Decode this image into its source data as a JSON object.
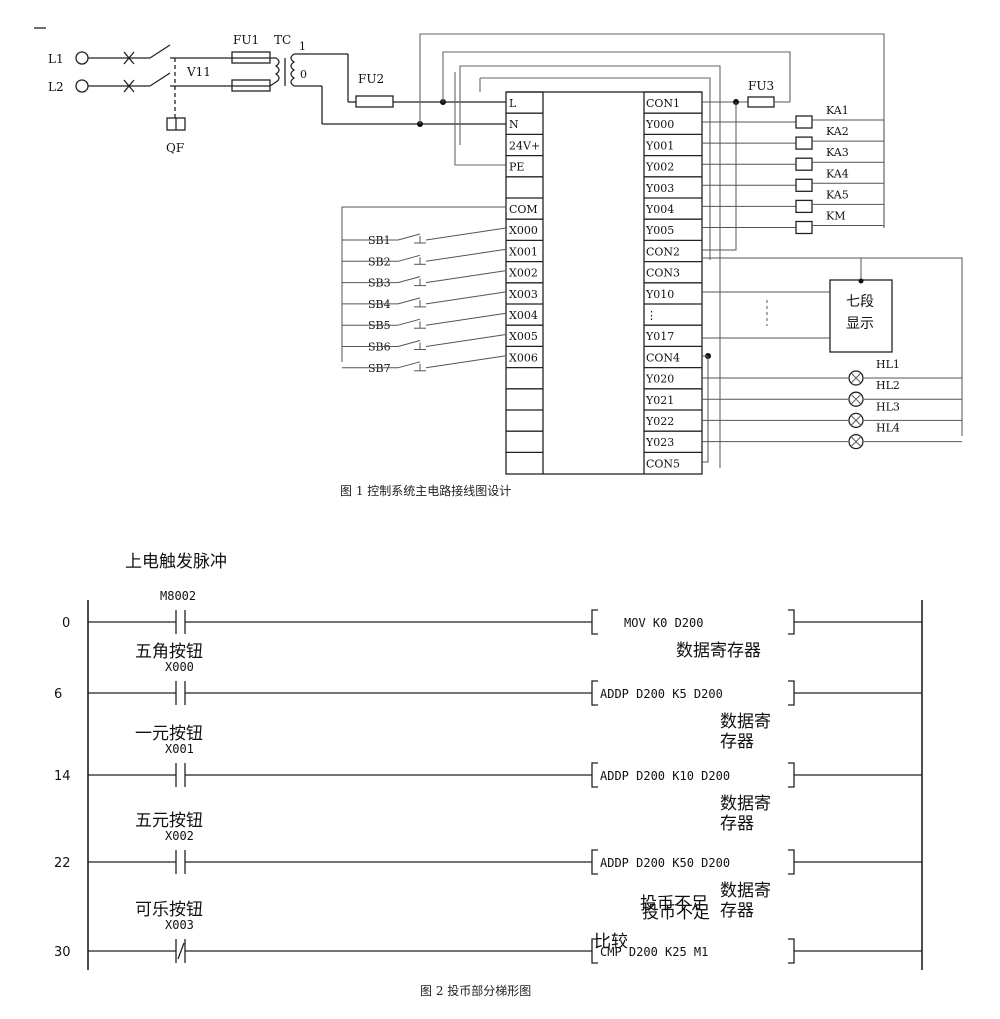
{
  "figure1": {
    "caption": "图 1  控制系统主电路接线图设计",
    "supply": {
      "l1": "L1",
      "l2": "L2",
      "breaker": "QF",
      "switch": "V11",
      "fu1": "FU1",
      "tc": "TC",
      "tc_tap1": "1",
      "tc_tap0": "0",
      "fu2": "FU2",
      "fu3": "FU3"
    },
    "plc_left_terminals": [
      "L",
      "N",
      "24V+",
      "PE",
      "",
      "COM",
      "X000",
      "X001",
      "X002",
      "X003",
      "X004",
      "X005",
      "X006",
      "",
      "",
      "",
      "",
      ""
    ],
    "plc_right_terminals": [
      "CON1",
      "Y000",
      "Y001",
      "Y002",
      "Y003",
      "Y004",
      "Y005",
      "CON2",
      "CON3",
      "Y010",
      "⋮",
      "Y017",
      "CON4",
      "Y020",
      "Y021",
      "Y022",
      "Y023",
      "CON5"
    ],
    "buttons": [
      "SB1",
      "SB2",
      "SB3",
      "SB4",
      "SB5",
      "SB6",
      "SB7"
    ],
    "relays": [
      "KA1",
      "KA2",
      "KA3",
      "KA4",
      "KA5",
      "KM"
    ],
    "display_line1": "七段",
    "display_line2": "显示",
    "lamps": [
      "HL1",
      "HL2",
      "HL3",
      "HL4"
    ]
  },
  "figure2": {
    "caption": "图 2  投币部分梯形图",
    "rungs": [
      {
        "step": "0",
        "comment": "上电触发脉冲",
        "device": "M8002",
        "instruction": "MOV  K0 D200",
        "note": "数据寄存器",
        "note2": "",
        "left_note": ""
      },
      {
        "step": "6",
        "comment": "五角按钮",
        "device": "X000",
        "instruction": "ADDP D200 K5 D200",
        "note": "数据寄",
        "note2": "存器",
        "left_note": ""
      },
      {
        "step": "14",
        "comment": "一元按钮",
        "device": "X001",
        "instruction": "ADDP D200 K10 D200",
        "note": "数据寄",
        "note2": "存器",
        "left_note": ""
      },
      {
        "step": "22",
        "comment": "五元按钮",
        "device": "X002",
        "instruction": "ADDP D200 K50 D200",
        "note": "数据寄",
        "note2": "存器",
        "left_note": ""
      },
      {
        "step": "30",
        "comment": "可乐按钮",
        "device": "X003",
        "instruction": "CMP  D200 K25 M1",
        "note": "投币不足",
        "note2": "",
        "left_note": "比较"
      }
    ]
  }
}
